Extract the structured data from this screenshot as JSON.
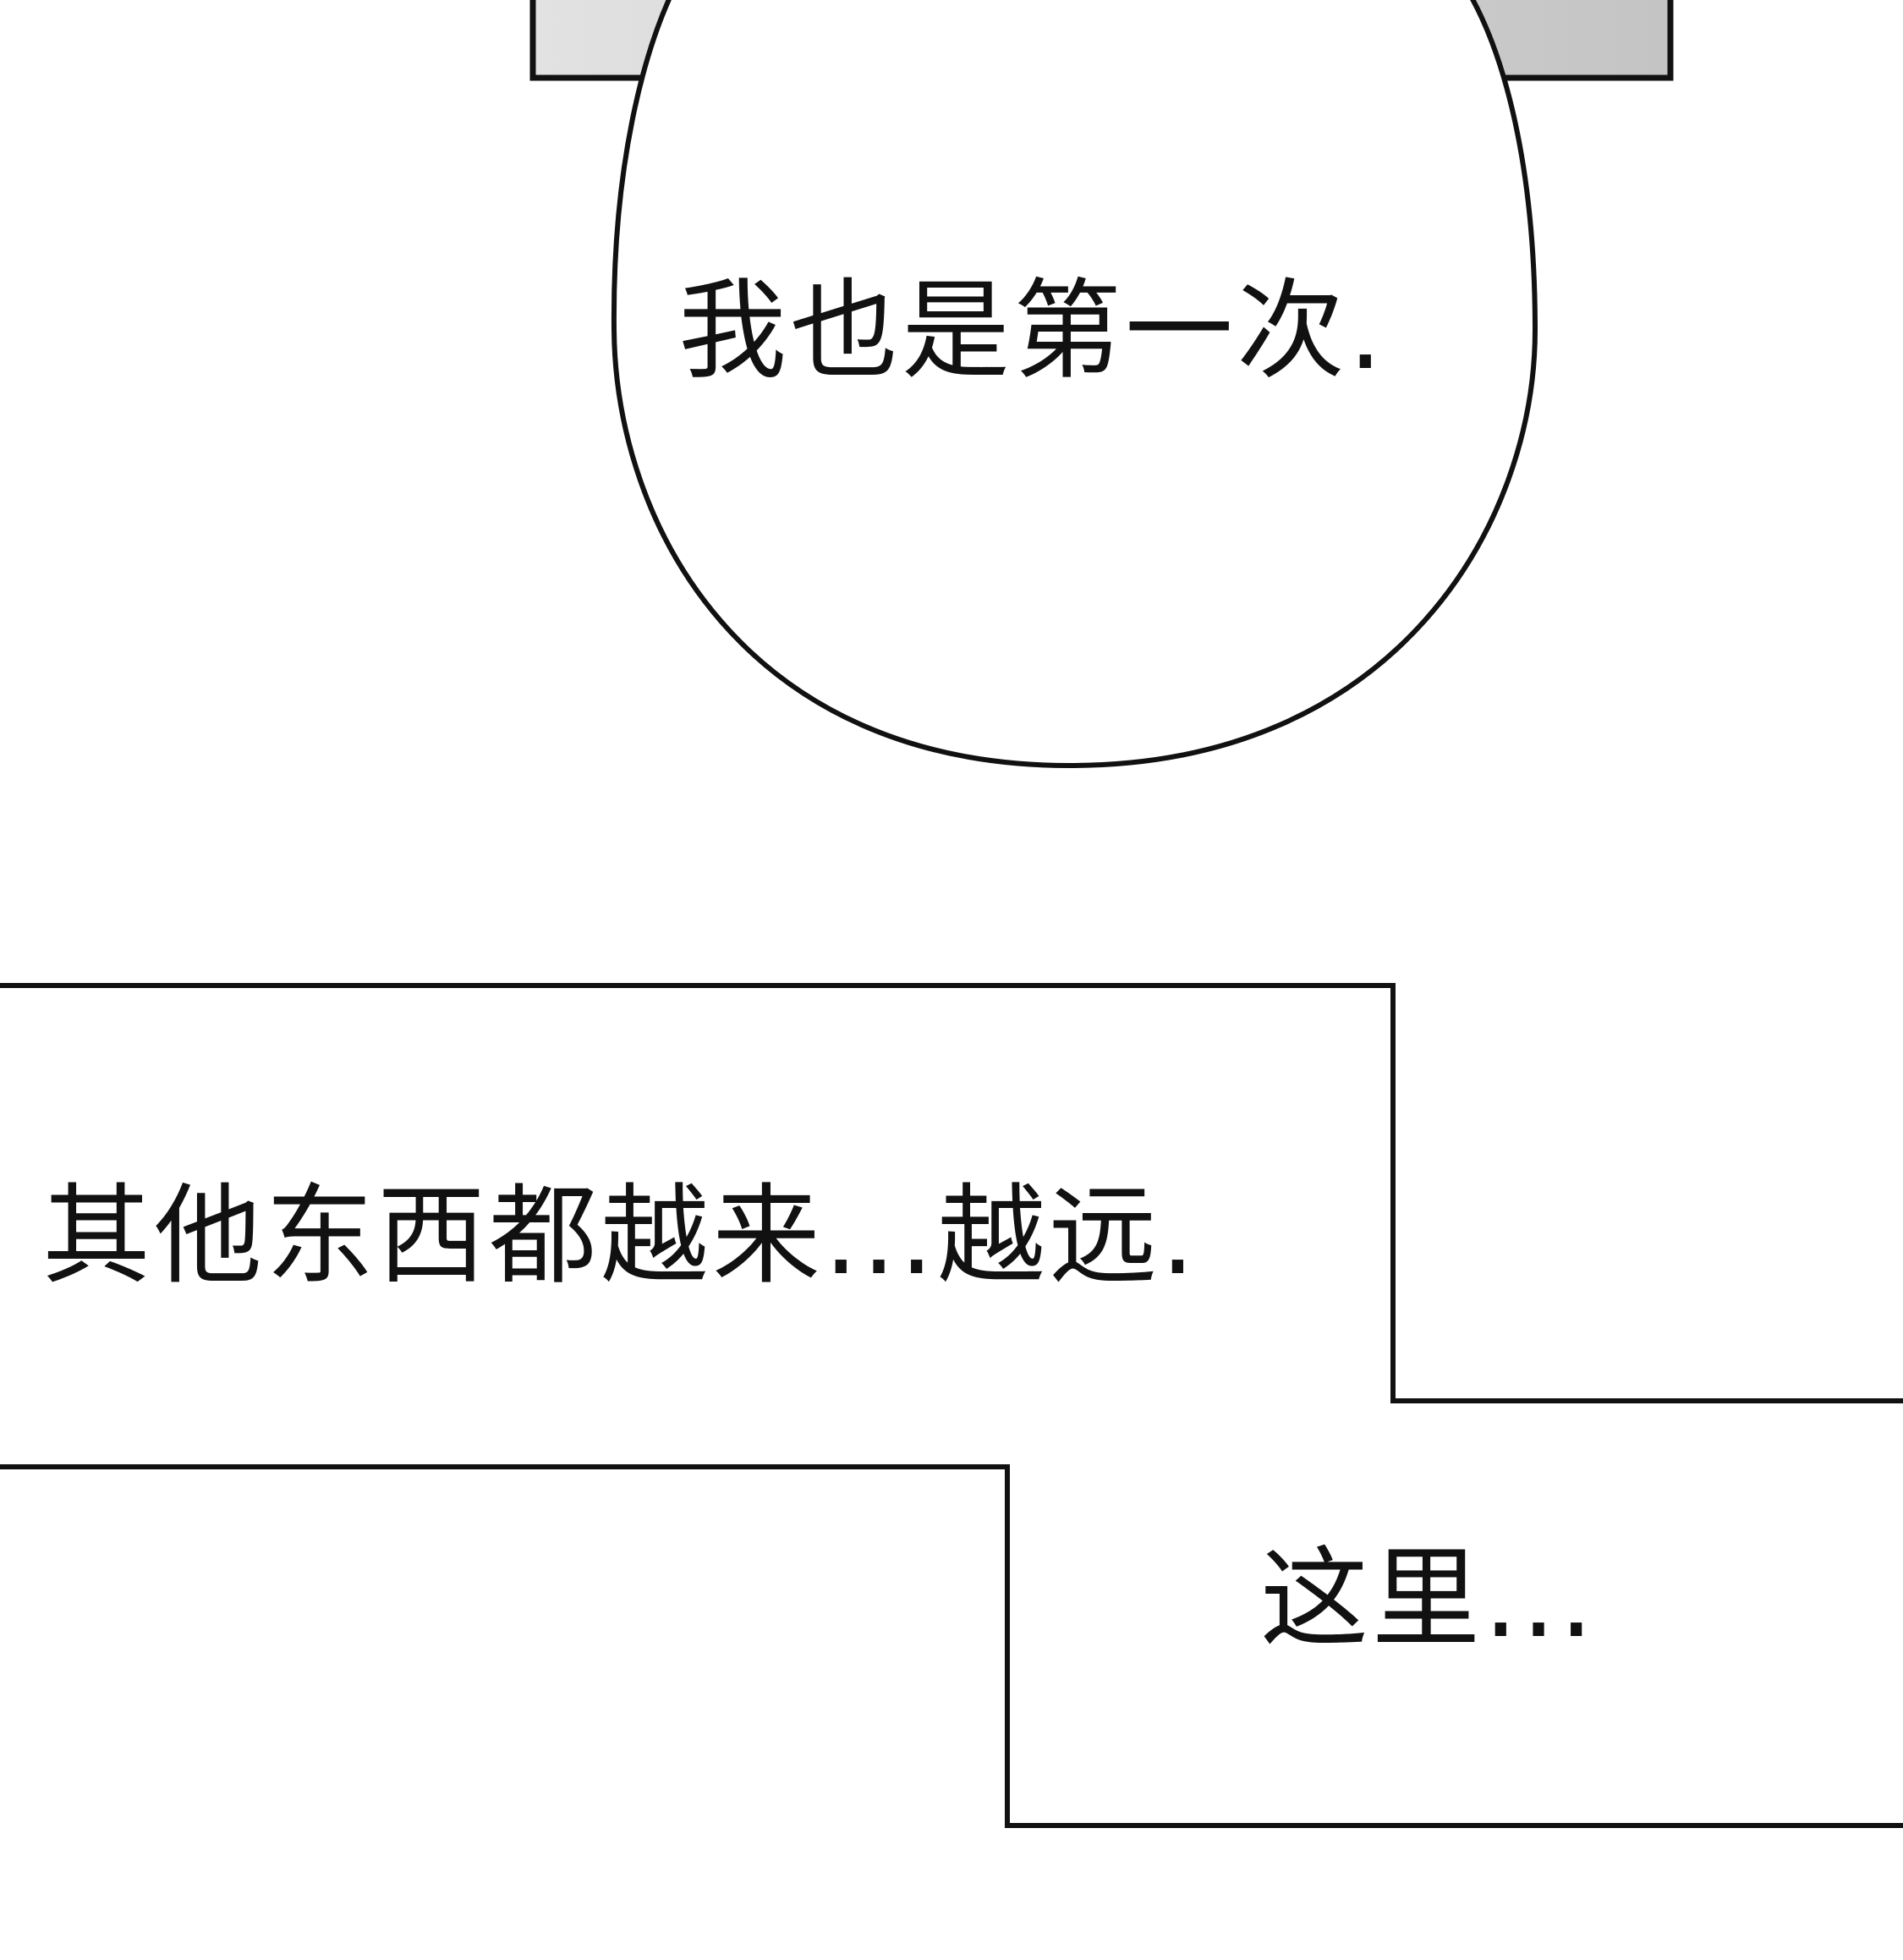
{
  "speech_bubble": {
    "text": "我也是第一次."
  },
  "caption_1": {
    "text": "其他东西都越来...越远."
  },
  "caption_2": {
    "text": "这里..."
  },
  "colors": {
    "ink": "#111111",
    "panel_gray": "#d2d2d2",
    "background": "#ffffff"
  }
}
